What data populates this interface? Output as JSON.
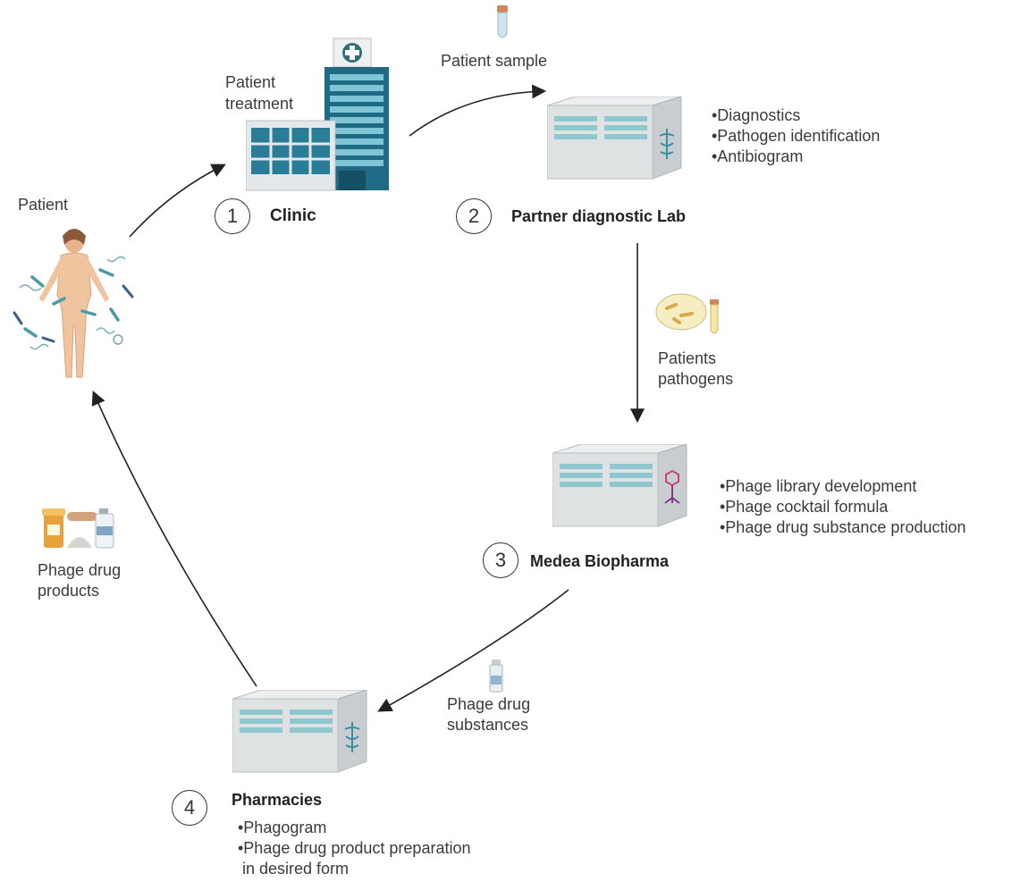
{
  "patient": {
    "label": "Patient"
  },
  "clinic": {
    "caption": "Patient treatment",
    "caption_lines": [
      "Patient",
      "treatment"
    ],
    "number": "1",
    "name": "Clinic"
  },
  "sample": {
    "label": "Patient sample"
  },
  "lab": {
    "number": "2",
    "name": "Partner diagnostic Lab",
    "items": [
      "•Diagnostics",
      "•Pathogen identification",
      "•Antibiogram"
    ]
  },
  "pathogens": {
    "lines": [
      "Patients",
      "pathogens"
    ]
  },
  "biopharma": {
    "number": "3",
    "name": "Medea Biopharma",
    "items": [
      "•Phage library development",
      "•Phage cocktail formula",
      "•Phage drug substance production"
    ]
  },
  "substances": {
    "lines": [
      "Phage drug",
      "substances"
    ]
  },
  "pharmacies": {
    "number": "4",
    "name": "Pharmacies",
    "items": [
      "•Phagogram",
      "•Phage drug product preparation",
      " in desired form"
    ]
  },
  "products": {
    "lines": [
      "Phage drug",
      "products"
    ]
  },
  "colors": {
    "arrow": "#222222",
    "building": "#d9dcdd",
    "window": "#7fbfc7",
    "accent": "#3a8fa0"
  }
}
